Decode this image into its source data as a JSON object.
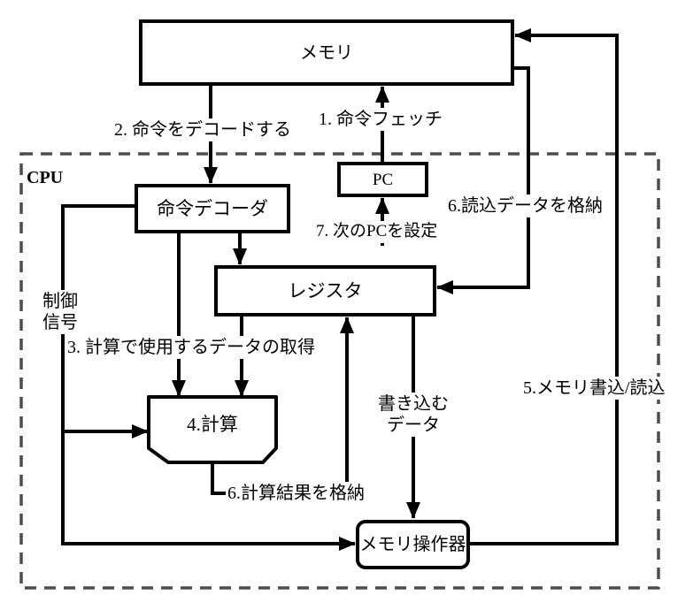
{
  "diagram": {
    "nodes": {
      "memory": "メモリ",
      "cpu": "CPU",
      "decoder": "命令デコーダ",
      "pc": "PC",
      "register": "レジスタ",
      "calc": "4.計算",
      "memory_operator": "メモリ操作器"
    },
    "edge_labels": {
      "fetch": "1. 命令フェッチ",
      "decode": "2. 命令をデコードする",
      "get_data": "3. 計算で使用するデータの取得",
      "control_signal": "制御\n信号",
      "calc_result": "6.計算結果を格納",
      "read_data_store": "6.読込データを格納",
      "memory_rw": "5.メモリ書込/読込",
      "next_pc": "7. 次のPCを設定",
      "write_data": "書き込む\nデータ"
    },
    "colors": {
      "line": "#000000",
      "cpu_border": "#4d4d4d",
      "background": "#ffffff"
    }
  }
}
